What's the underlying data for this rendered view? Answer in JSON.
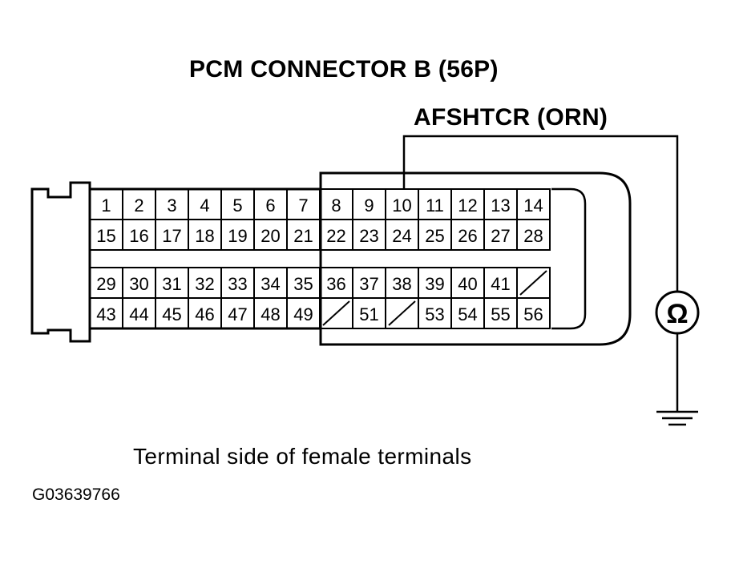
{
  "title": "PCM CONNECTOR B (56P)",
  "wire_label": "AFSHTCR (ORN)",
  "meter_symbol": "Ω",
  "caption": "Terminal side of female terminals",
  "figure_code": "G03639766",
  "connector": {
    "rows": [
      [
        "1",
        "2",
        "3",
        "4",
        "5",
        "6",
        "7",
        "8",
        "9",
        "10",
        "11",
        "12",
        "13",
        "14"
      ],
      [
        "15",
        "16",
        "17",
        "18",
        "19",
        "20",
        "21",
        "22",
        "23",
        "24",
        "25",
        "26",
        "27",
        "28"
      ],
      [
        "29",
        "30",
        "31",
        "32",
        "33",
        "34",
        "35",
        "36",
        "37",
        "38",
        "39",
        "40",
        "41",
        ""
      ],
      [
        "43",
        "44",
        "45",
        "46",
        "47",
        "48",
        "49",
        "",
        "51",
        "",
        "53",
        "54",
        "55",
        "56"
      ]
    ],
    "empty_cells": [
      [
        2,
        13
      ],
      [
        3,
        7
      ],
      [
        3,
        9
      ]
    ],
    "probed_terminal": "10"
  }
}
